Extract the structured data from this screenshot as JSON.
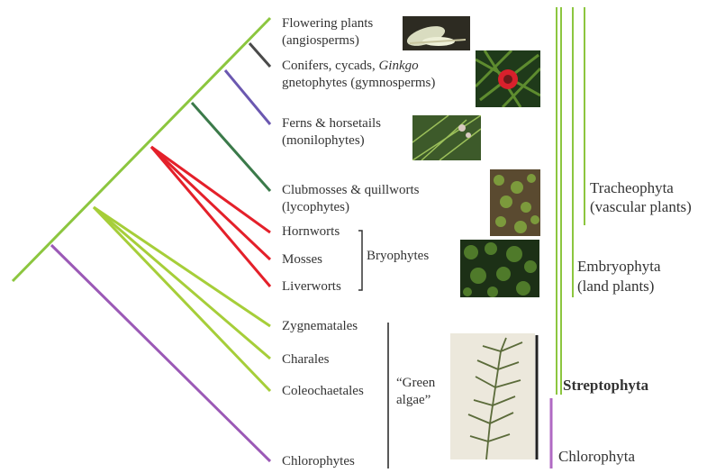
{
  "colors": {
    "tracheophyte_branch": "#8cc63f",
    "flowering_stem": "#5a5a5a",
    "conifer_stem": "#7b5fa8",
    "fern_stem": "#3f7f4f",
    "lycophyte_stem": "#3f7f4f",
    "bryophyte_branch": "#e8202a",
    "green_algae_branch": "#a6ce39",
    "chlorophyte_branch": "#9b59b6",
    "vascular_bar": "#8cc63f",
    "streptophyta_bar": "#8cc63f",
    "chlorophyta_bar": "#b06ac3",
    "algae_bar": "#222222"
  },
  "taxa": {
    "flowering_line1": "Flowering plants",
    "flowering_line2": "(angiosperms)",
    "conifers_line1_a": "Conifers, cycads, ",
    "conifers_line1_b": "Ginkgo",
    "conifers_line2": "gnetophytes (gymnosperms)",
    "ferns_line1": "Ferns & horsetails",
    "ferns_line2": "(monilophytes)",
    "club_line1": "Clubmosses & quillworts",
    "club_line2": "(lycophytes)",
    "hornworts": "Hornworts",
    "mosses": "Mosses",
    "liverworts": "Liverworts",
    "zygnematales": "Zygnematales",
    "charales": "Charales",
    "coleochaetales": "Coleochaetales",
    "chlorophytes": "Chlorophytes"
  },
  "groups": {
    "bryophytes": "Bryophytes",
    "green_algae_line1": "“Green",
    "green_algae_line2": "algae”",
    "tracheophyta_line1": "Tracheophyta",
    "tracheophyta_line2": "(vascular plants)",
    "embryophyta_line1": "Embryophyta",
    "embryophyta_line2": "(land plants)",
    "streptophyta": "Streptophyta",
    "chlorophyta": "Chlorophyta"
  },
  "photos": {
    "flowering": "flower-photo",
    "conifer": "yew-photo",
    "fern": "fern-photo",
    "lycophyte": "clubmoss-photo",
    "bryophyte": "moss-photo",
    "algae": "chara-photo"
  }
}
